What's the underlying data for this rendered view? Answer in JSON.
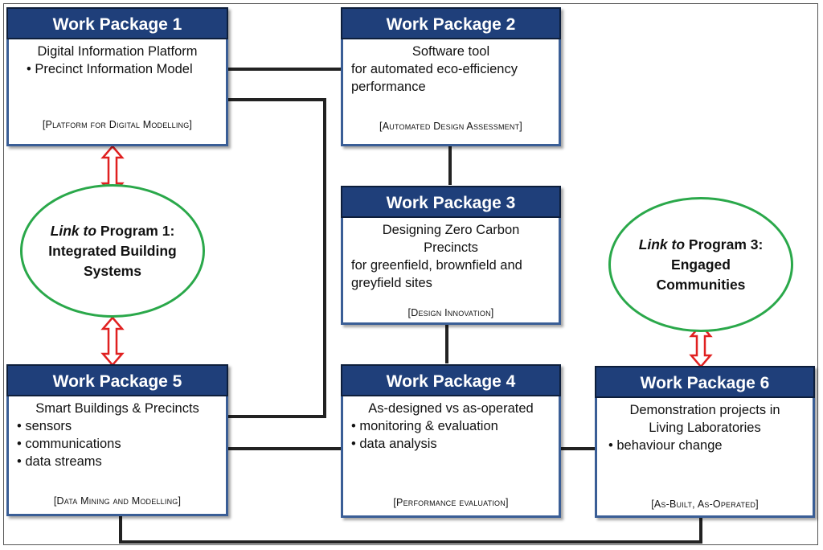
{
  "packages": {
    "wp1": {
      "header": "Work Package 1",
      "title": "Digital Information Platform",
      "items": [
        "Precinct Information Model"
      ],
      "tag": "[Platform for Digital Modelling]"
    },
    "wp2": {
      "header": "Work Package 2",
      "title": "Software tool",
      "sub": [
        "for automated eco-efficiency",
        "performance"
      ],
      "tag": "[Automated Design Assessment]"
    },
    "wp3": {
      "header": "Work Package 3",
      "title": "Designing Zero Carbon",
      "title2": "Precincts",
      "sub": [
        "for greenfield, brownfield and",
        "greyfield sites"
      ],
      "tag": "[Design Innovation]"
    },
    "wp4": {
      "header": "Work Package 4",
      "title": "As-designed vs as-operated",
      "items": [
        "monitoring & evaluation",
        "data analysis"
      ],
      "tag": "[Performance evaluation]"
    },
    "wp5": {
      "header": "Work Package 5",
      "title": "Smart Buildings & Precincts",
      "items": [
        "sensors",
        "communications",
        "data streams"
      ],
      "tag": "[Data Mining and Modelling]"
    },
    "wp6": {
      "header": "Work Package 6",
      "title": "Demonstration projects in",
      "title2": "Living Laboratories",
      "items": [
        "behaviour change"
      ],
      "tag": "[As-Built, As-Operated]"
    }
  },
  "links": {
    "program1": {
      "prefix": "Link to",
      "line1": "Program 1:",
      "line2": "Integrated Building",
      "line3": "Systems"
    },
    "program3": {
      "prefix": "Link to",
      "line1": "Program 3:",
      "line2": "Engaged",
      "line3": "Communities"
    }
  },
  "colors": {
    "header_fill": "#1f3f7a",
    "box_border": "#3a5e96",
    "ellipse_border": "#2aa84a",
    "arrow_fill": "#ffffff",
    "arrow_stroke": "#e02020",
    "connector": "#222222"
  }
}
